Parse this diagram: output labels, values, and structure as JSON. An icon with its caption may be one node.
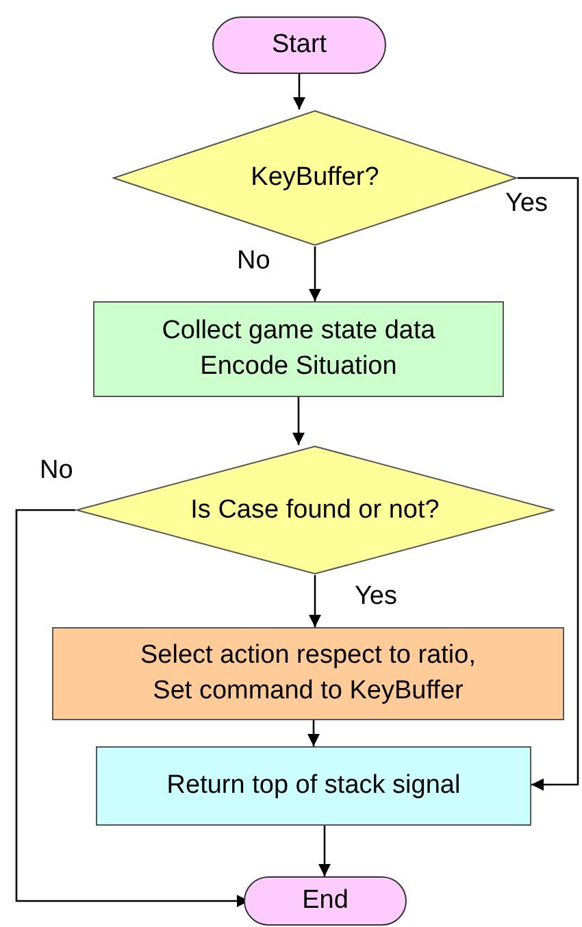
{
  "diagram": {
    "nodes": [
      {
        "text": [
          "Start"
        ]
      },
      {
        "text": [
          "KeyBuffer?"
        ]
      },
      {
        "text": [
          "Collect game state data",
          "Encode Situation"
        ]
      },
      {
        "text": [
          "Is Case found or not?"
        ]
      },
      {
        "text": [
          "Select action respect to ratio,",
          "Set command to KeyBuffer"
        ]
      },
      {
        "text": [
          "Return top of stack signal"
        ]
      },
      {
        "text": [
          "End"
        ]
      }
    ],
    "edges": [
      {
        "from": 0,
        "to": 1,
        "arrow": "to"
      },
      {
        "from": 1,
        "to": 5,
        "arrow": "to",
        "label": "Yes"
      },
      {
        "from": 1,
        "to": 2,
        "arrow": "to",
        "label": "No"
      },
      {
        "from": 2,
        "to": 3,
        "arrow": "to"
      },
      {
        "from": 3,
        "to": 6,
        "arrow": "to",
        "label": "No"
      },
      {
        "from": 3,
        "to": 4,
        "arrow": "to",
        "label": "Yes"
      },
      {
        "from": 4,
        "to": 5,
        "arrow": "to"
      },
      {
        "from": 5,
        "to": 6,
        "arrow": "to"
      }
    ]
  }
}
